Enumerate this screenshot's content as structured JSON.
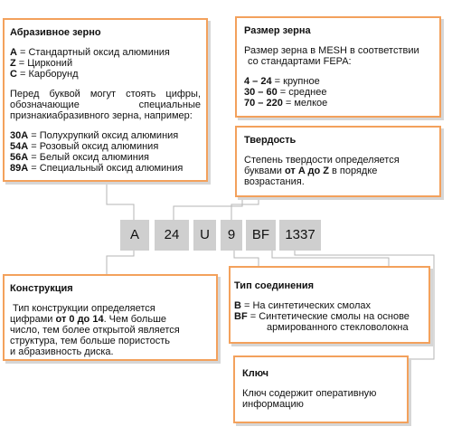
{
  "abrasive": {
    "title": "Абразивное зерно",
    "items": [
      {
        "code": "A",
        "text": " = Стандартный оксид алюминия"
      },
      {
        "code": "Z",
        "text": " = Цирконий"
      },
      {
        "code": "C",
        "text": " = Карборунд"
      }
    ],
    "note": "Перед буквой могут стоять цифры, обозначающие специальные признакиабразивного зерна, например:",
    "examples": [
      {
        "code": "30A",
        "text": " = Полухрупкий оксид алюминия"
      },
      {
        "code": "54A",
        "text": " = Розовый оксид алюминия"
      },
      {
        "code": "56A",
        "text": " = Белый оксид алюминия"
      },
      {
        "code": "89A",
        "text": " = Специальный оксид алюминия"
      }
    ]
  },
  "grain_size": {
    "title": "Размер зерна",
    "desc_line1": "Размер зерна в MESH в соответствии",
    "desc_line2": "со стандартами FEPA:",
    "items": [
      {
        "code": "4 – 24",
        "text": " = крупное"
      },
      {
        "code": "30 – 60",
        "text": " = среднее"
      },
      {
        "code": "70 – 220",
        "text": " = мелкое"
      }
    ]
  },
  "hardness": {
    "title": "Твердость",
    "line1": "Степень твердости определяется",
    "line2_pre": "буквами ",
    "line2_bold": "от A до Z",
    "line2_post": " в порядке",
    "line3": "возрастания."
  },
  "code_parts": [
    "A",
    "24",
    "U",
    "9",
    "BF",
    "1337"
  ],
  "construction": {
    "title": "Конструкция",
    "line1": "Тип конструкции определяется",
    "line2_pre": "цифрами ",
    "line2_bold": "от 0 до 14",
    "line2_post": ". Чем больше",
    "line3": "число, тем более открытой является",
    "line4": "структура, тем больше пористость",
    "line5": "и абразивность диска."
  },
  "bond": {
    "title": "Тип соединения",
    "items": [
      {
        "code": "B",
        "text": " = На синтетических смолах"
      },
      {
        "code": "BF",
        "text": " = Синтетические смолы на основе"
      }
    ],
    "cont": "армированного стекловолокна"
  },
  "key": {
    "title": "Ключ",
    "line1": "Ключ содержит оперативную",
    "line2": "информацию"
  },
  "colors": {
    "border": "#f3a15c",
    "cell": "#cfcfcf",
    "connector": "#b5b5b5"
  }
}
